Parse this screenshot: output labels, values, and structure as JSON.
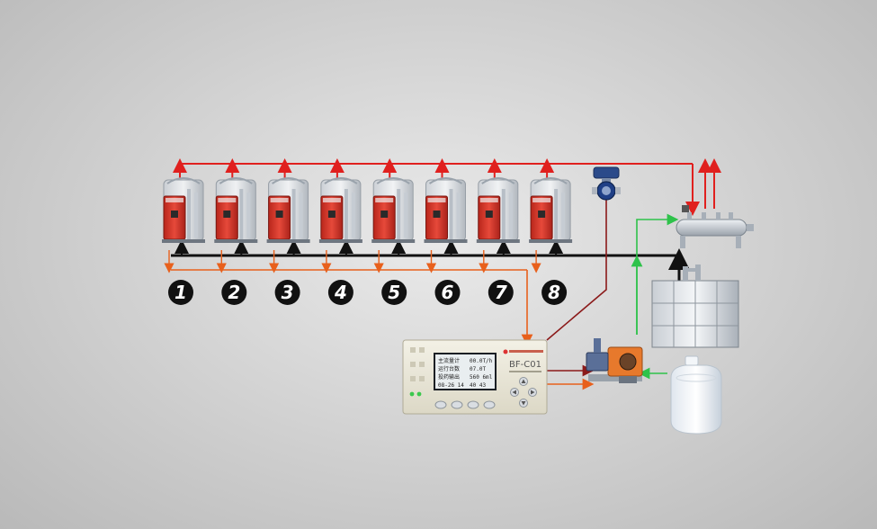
{
  "boilers": [
    {
      "number": "1"
    },
    {
      "number": "2"
    },
    {
      "number": "3"
    },
    {
      "number": "4"
    },
    {
      "number": "5"
    },
    {
      "number": "6"
    },
    {
      "number": "7"
    },
    {
      "number": "8"
    }
  ],
  "controller": {
    "model": "BF-C01",
    "brand": "",
    "lcd": {
      "row1_label": "主流量计",
      "row1_value": "00.0T/h",
      "row2_label": "运行台数",
      "row2_value": "07.0T",
      "row3_label": "投药输出",
      "row3_value": "560 6ml",
      "row4_label": "08-26 14",
      "row4_value": "40 43"
    }
  },
  "colors": {
    "steam_line": "#e0201e",
    "feed_line": "#111111",
    "signal_line": "#e8601c",
    "control_line": "#8b1a1a",
    "chemical_line": "#2ec24a",
    "boiler_body": "#d93a2b"
  },
  "icons": {
    "flowmeter": "flowmeter-icon",
    "steam_header": "steam-header-icon",
    "water_tank": "water-tank-icon",
    "dosing_pump": "dosing-pump-icon",
    "chemical_tank": "chemical-tank-icon"
  }
}
